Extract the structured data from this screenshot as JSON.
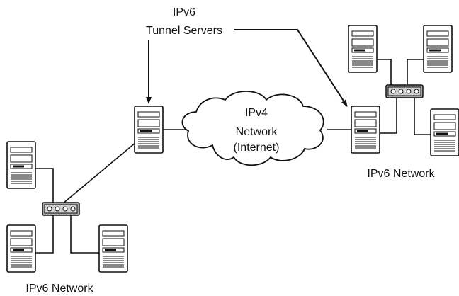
{
  "labels": {
    "ipv6_title": "IPv6",
    "tunnel_servers": "Tunnel Servers",
    "cloud_line1": "IPv4",
    "cloud_line2": "Network",
    "cloud_line3": "(Internet)",
    "right_network": "IPv6 Network",
    "left_network": "IPv6 Network"
  },
  "colors": {
    "outline": "#111111",
    "device_fill": "#ffffff",
    "hub_fill": "#999999"
  }
}
